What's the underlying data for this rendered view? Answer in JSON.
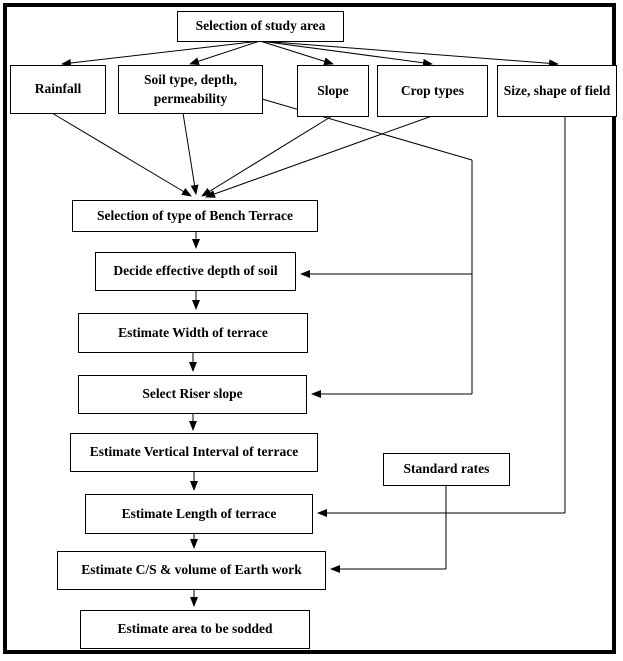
{
  "diagram": {
    "title_node": {
      "id": "selection-of-study-area",
      "label": "Selection of study area"
    },
    "inputs": [
      {
        "id": "rainfall",
        "label": "Rainfall"
      },
      {
        "id": "soil-type-depth-permeability",
        "label": "Soil type, depth, permeability"
      },
      {
        "id": "slope",
        "label": "Slope"
      },
      {
        "id": "crop-types",
        "label": "Crop types"
      },
      {
        "id": "size-shape-of-field",
        "label": "Size, shape of field"
      }
    ],
    "steps": [
      {
        "id": "selection-of-type-of-bench-terrace",
        "label": "Selection of type of Bench Terrace"
      },
      {
        "id": "decide-effective-depth-of-soil",
        "label": "Decide effective depth of soil"
      },
      {
        "id": "estimate-width-of-terrace",
        "label": "Estimate Width of terrace"
      },
      {
        "id": "select-riser-slope",
        "label": "Select Riser slope"
      },
      {
        "id": "estimate-vertical-interval-of-terrace",
        "label": "Estimate Vertical Interval of terrace"
      },
      {
        "id": "estimate-length-of-terrace",
        "label": "Estimate Length of terrace"
      },
      {
        "id": "estimate-cs-volume-of-earth-work",
        "label": "Estimate C/S & volume of Earth work"
      },
      {
        "id": "estimate-area-to-be-sodded",
        "label": "Estimate area to be sodded"
      }
    ],
    "aux": [
      {
        "id": "standard-rates",
        "label": "Standard rates"
      }
    ],
    "colors": {
      "line": "#000000",
      "box_fill": "#ffffff",
      "frame": "#000000"
    }
  }
}
